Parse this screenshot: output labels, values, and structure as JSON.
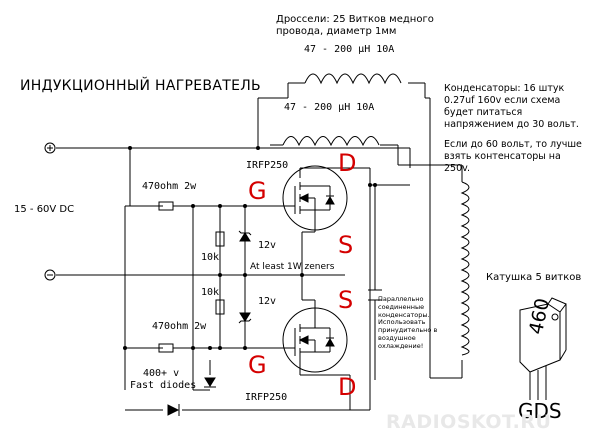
{
  "title": "ИНДУКЦИОННЫЙ НАГРЕВАТЕЛЬ",
  "pins": {
    "g_upper": "G",
    "d_upper": "D",
    "s_upper": "S",
    "s_lower": "S",
    "g_lower": "G",
    "d_lower": "D"
  },
  "labels": {
    "chokes_note_1": "Дроссели: 25 Витков медного",
    "chokes_note_2": "провода, диаметр 1мм",
    "inductor_upper": "47 - 200 µH 10A",
    "inductor_lower": "47 - 200 µH 10A",
    "cap_note_1": "Конденсаторы: 16 штук",
    "cap_note_2": "0.27uf 160v если схема",
    "cap_note_3": "будет питаться",
    "cap_note_4": "напряжением до 30 вольт.",
    "volt_note_1": "Если до 60 вольт, то лучше",
    "volt_note_2": "взять контенсаторы на",
    "volt_note_3": "250v.",
    "mosfet_upper": "IRFP250",
    "mosfet_lower": "IRFP250",
    "r470_top": "470ohm 2w",
    "r470_bottom": "470ohm 2w",
    "r10k_top": "10k",
    "r10k_bottom": "10k",
    "zener_top": "12v",
    "zener_bottom": "12v",
    "zener_note": "At least 1W zeners",
    "supply": "15 - 60V DC",
    "diode_rating": "400+ v",
    "diode_label": "Fast diodes",
    "caps_side_note": "Параллельно соединенные конденсаторы. Использовать принудительно в воздушное охлаждение!",
    "coil": "Катушка 5 витков",
    "package_marking": "460",
    "package_pins": "GDS"
  }
}
